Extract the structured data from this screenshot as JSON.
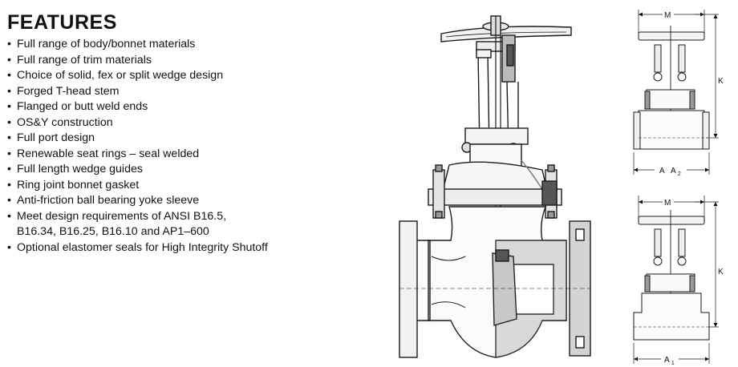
{
  "features": {
    "title": "FEATURES",
    "items": [
      "Full range of body/bonnet materials",
      "Full range of trim materials",
      "Choice of solid, fex or split wedge design",
      "Forged T-head stem",
      "Flanged or butt weld ends",
      "OS&Y construction",
      "Full port design",
      "Renewable seat rings – seal welded",
      "Full length wedge guides",
      "Ring joint bonnet gasket",
      "Anti-friction ball bearing yoke sleeve",
      "Meet design requirements of ANSI B16.5,",
      "Optional elastomer seals for High Integrity Shutoff"
    ],
    "continuation": "B16.34, B16.25, B16.10 and AP1–600"
  },
  "dimensions_top": {
    "m": "M",
    "k": "K",
    "a": "A",
    "a2": "A",
    "a2_sub": "2"
  },
  "dimensions_bottom": {
    "m": "M",
    "k": "K",
    "a1": "A",
    "a1_sub": "1"
  }
}
